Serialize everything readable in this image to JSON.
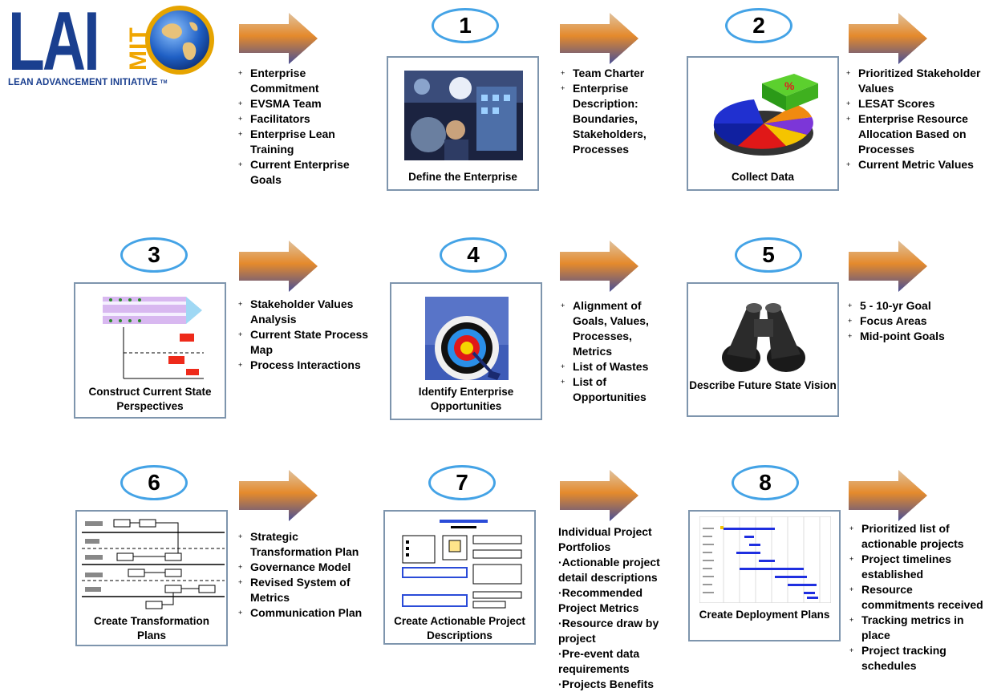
{
  "logo": {
    "letters": "LAI",
    "mit": "MIT",
    "tagline": "LEAN ADVANCEMENT INITIATIVE",
    "tm": "TM"
  },
  "colors": {
    "arrow_top": "#e0c29e",
    "arrow_mid": "#e48a2c",
    "arrow_bottom": "#4a4f95",
    "oval_border": "#44a3e6",
    "box_border": "#7e95ad",
    "logo_blue": "#1a3f8f",
    "logo_gold": "#f0a600"
  },
  "inputs": [
    "Enterprise Commitment",
    "EVSMA Team",
    "Facilitators",
    "Enterprise Lean Training",
    "Current Enterprise Goals"
  ],
  "steps": [
    {
      "number": "1",
      "title": "Define the Enterprise",
      "image_icon": "enterprise-collage-icon",
      "outputs": [
        "Team Charter",
        "Enterprise Description: Boundaries, Stakeholders, Processes"
      ]
    },
    {
      "number": "2",
      "title": "Collect Data",
      "image_icon": "pie-chart-icon",
      "outputs": [
        "Prioritized Stakeholder Values",
        "LESAT Scores",
        "Enterprise Resource Allocation Based on Processes",
        "Current Metric Values"
      ]
    },
    {
      "number": "3",
      "title": "Construct Current State Perspectives",
      "image_icon": "process-map-icon",
      "outputs": [
        "Stakeholder Values Analysis",
        "Current State Process Map",
        "Process Interactions"
      ]
    },
    {
      "number": "4",
      "title": "Identify Enterprise Opportunities",
      "image_icon": "target-icon",
      "outputs": [
        "Alignment of Goals, Values, Processes, Metrics",
        "List of Wastes",
        "List of Opportunities"
      ]
    },
    {
      "number": "5",
      "title": "Describe Future State Vision",
      "image_icon": "binoculars-icon",
      "outputs": [
        "5 - 10-yr Goal",
        "Focus Areas",
        "Mid-point Goals"
      ]
    },
    {
      "number": "6",
      "title": "Create Transformation Plans",
      "image_icon": "swimlane-diagram-icon",
      "outputs": [
        "Strategic Transformation Plan",
        "Governance Model",
        "Revised System of Metrics",
        "Communication Plan"
      ]
    },
    {
      "number": "7",
      "title": "Create Actionable Project Descriptions",
      "image_icon": "project-template-icon",
      "outputs": [
        "Individual Project Portfolios",
        "·Actionable project detail descriptions",
        "·Recommended Project Metrics",
        "·Resource draw by project",
        "·Pre-event data requirements",
        "·Projects Benefits"
      ]
    },
    {
      "number": "8",
      "title": "Create Deployment Plans",
      "image_icon": "gantt-chart-icon",
      "outputs": [
        "Prioritized list of actionable projects",
        "Project timelines established",
        "Resource commitments received",
        "Tracking metrics in place",
        "Project tracking schedules"
      ]
    }
  ]
}
